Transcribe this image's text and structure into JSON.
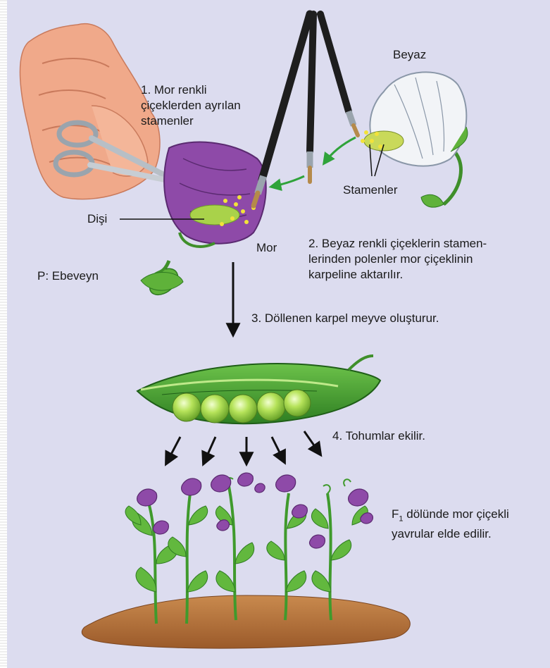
{
  "labels": {
    "step1_line1": "1. Mor renkli",
    "step1_line2": "çiçeklerden ayrılan",
    "step1_line3": "stamenler",
    "disi": "Dişi",
    "mor": "Mor",
    "beyaz": "Beyaz",
    "stamenler": "Stamenler",
    "parent": "P: Ebeveyn",
    "step2_line1": "2. Beyaz renkli çiçeklerin stamen-",
    "step2_line2": "lerinden polenler mor çiçeklinin",
    "step2_line3": "karpeline aktarılır.",
    "step3": "3. Döllenen karpel meyve oluşturur.",
    "step4": "4. Tohumlar ekilir.",
    "f1_prefix": "F",
    "f1_sub": "1",
    "f1_line1_rest": " dölünde mor çiçekli",
    "f1_line2": "yavrular elde edilir."
  },
  "colors": {
    "background": "#dcdcef",
    "purple_flower": "#8e4aa8",
    "white_flower": "#f2f4f7",
    "leaf_green": "#5fb23a",
    "pod_green": "#3f9a2c",
    "pea_green": "#a5dc4b",
    "soil": "#b9743c",
    "arrow_green": "#2fa33a",
    "skin": "#f0a98a"
  }
}
